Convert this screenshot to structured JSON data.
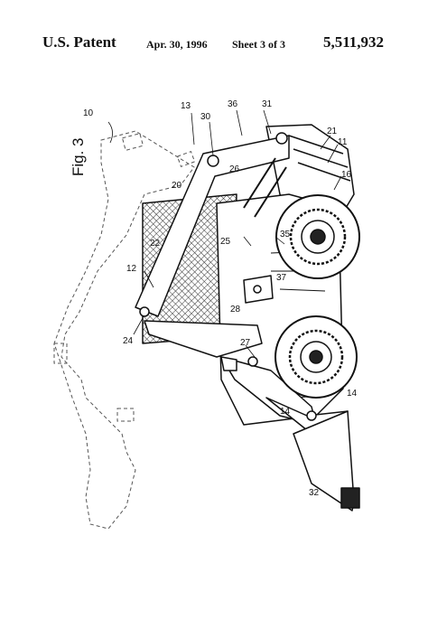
{
  "header": {
    "left": "U.S. Patent",
    "date": "Apr. 30, 1996",
    "sheet": "Sheet 3 of 3",
    "number": "5,511,932"
  },
  "figure": {
    "title": "Fig. 3",
    "labels": {
      "l10": "10",
      "l13": "13",
      "l30": "30",
      "l36": "36",
      "l31": "31",
      "l21": "21",
      "l11": "11",
      "l26": "26",
      "l16": "16",
      "l20": "20",
      "l22": "22",
      "l25": "25",
      "l35": "35",
      "l12": "12",
      "l37": "37",
      "l28": "28",
      "l24": "24",
      "l27": "27",
      "l14a": "14",
      "l14b": "14",
      "l32": "32"
    }
  }
}
